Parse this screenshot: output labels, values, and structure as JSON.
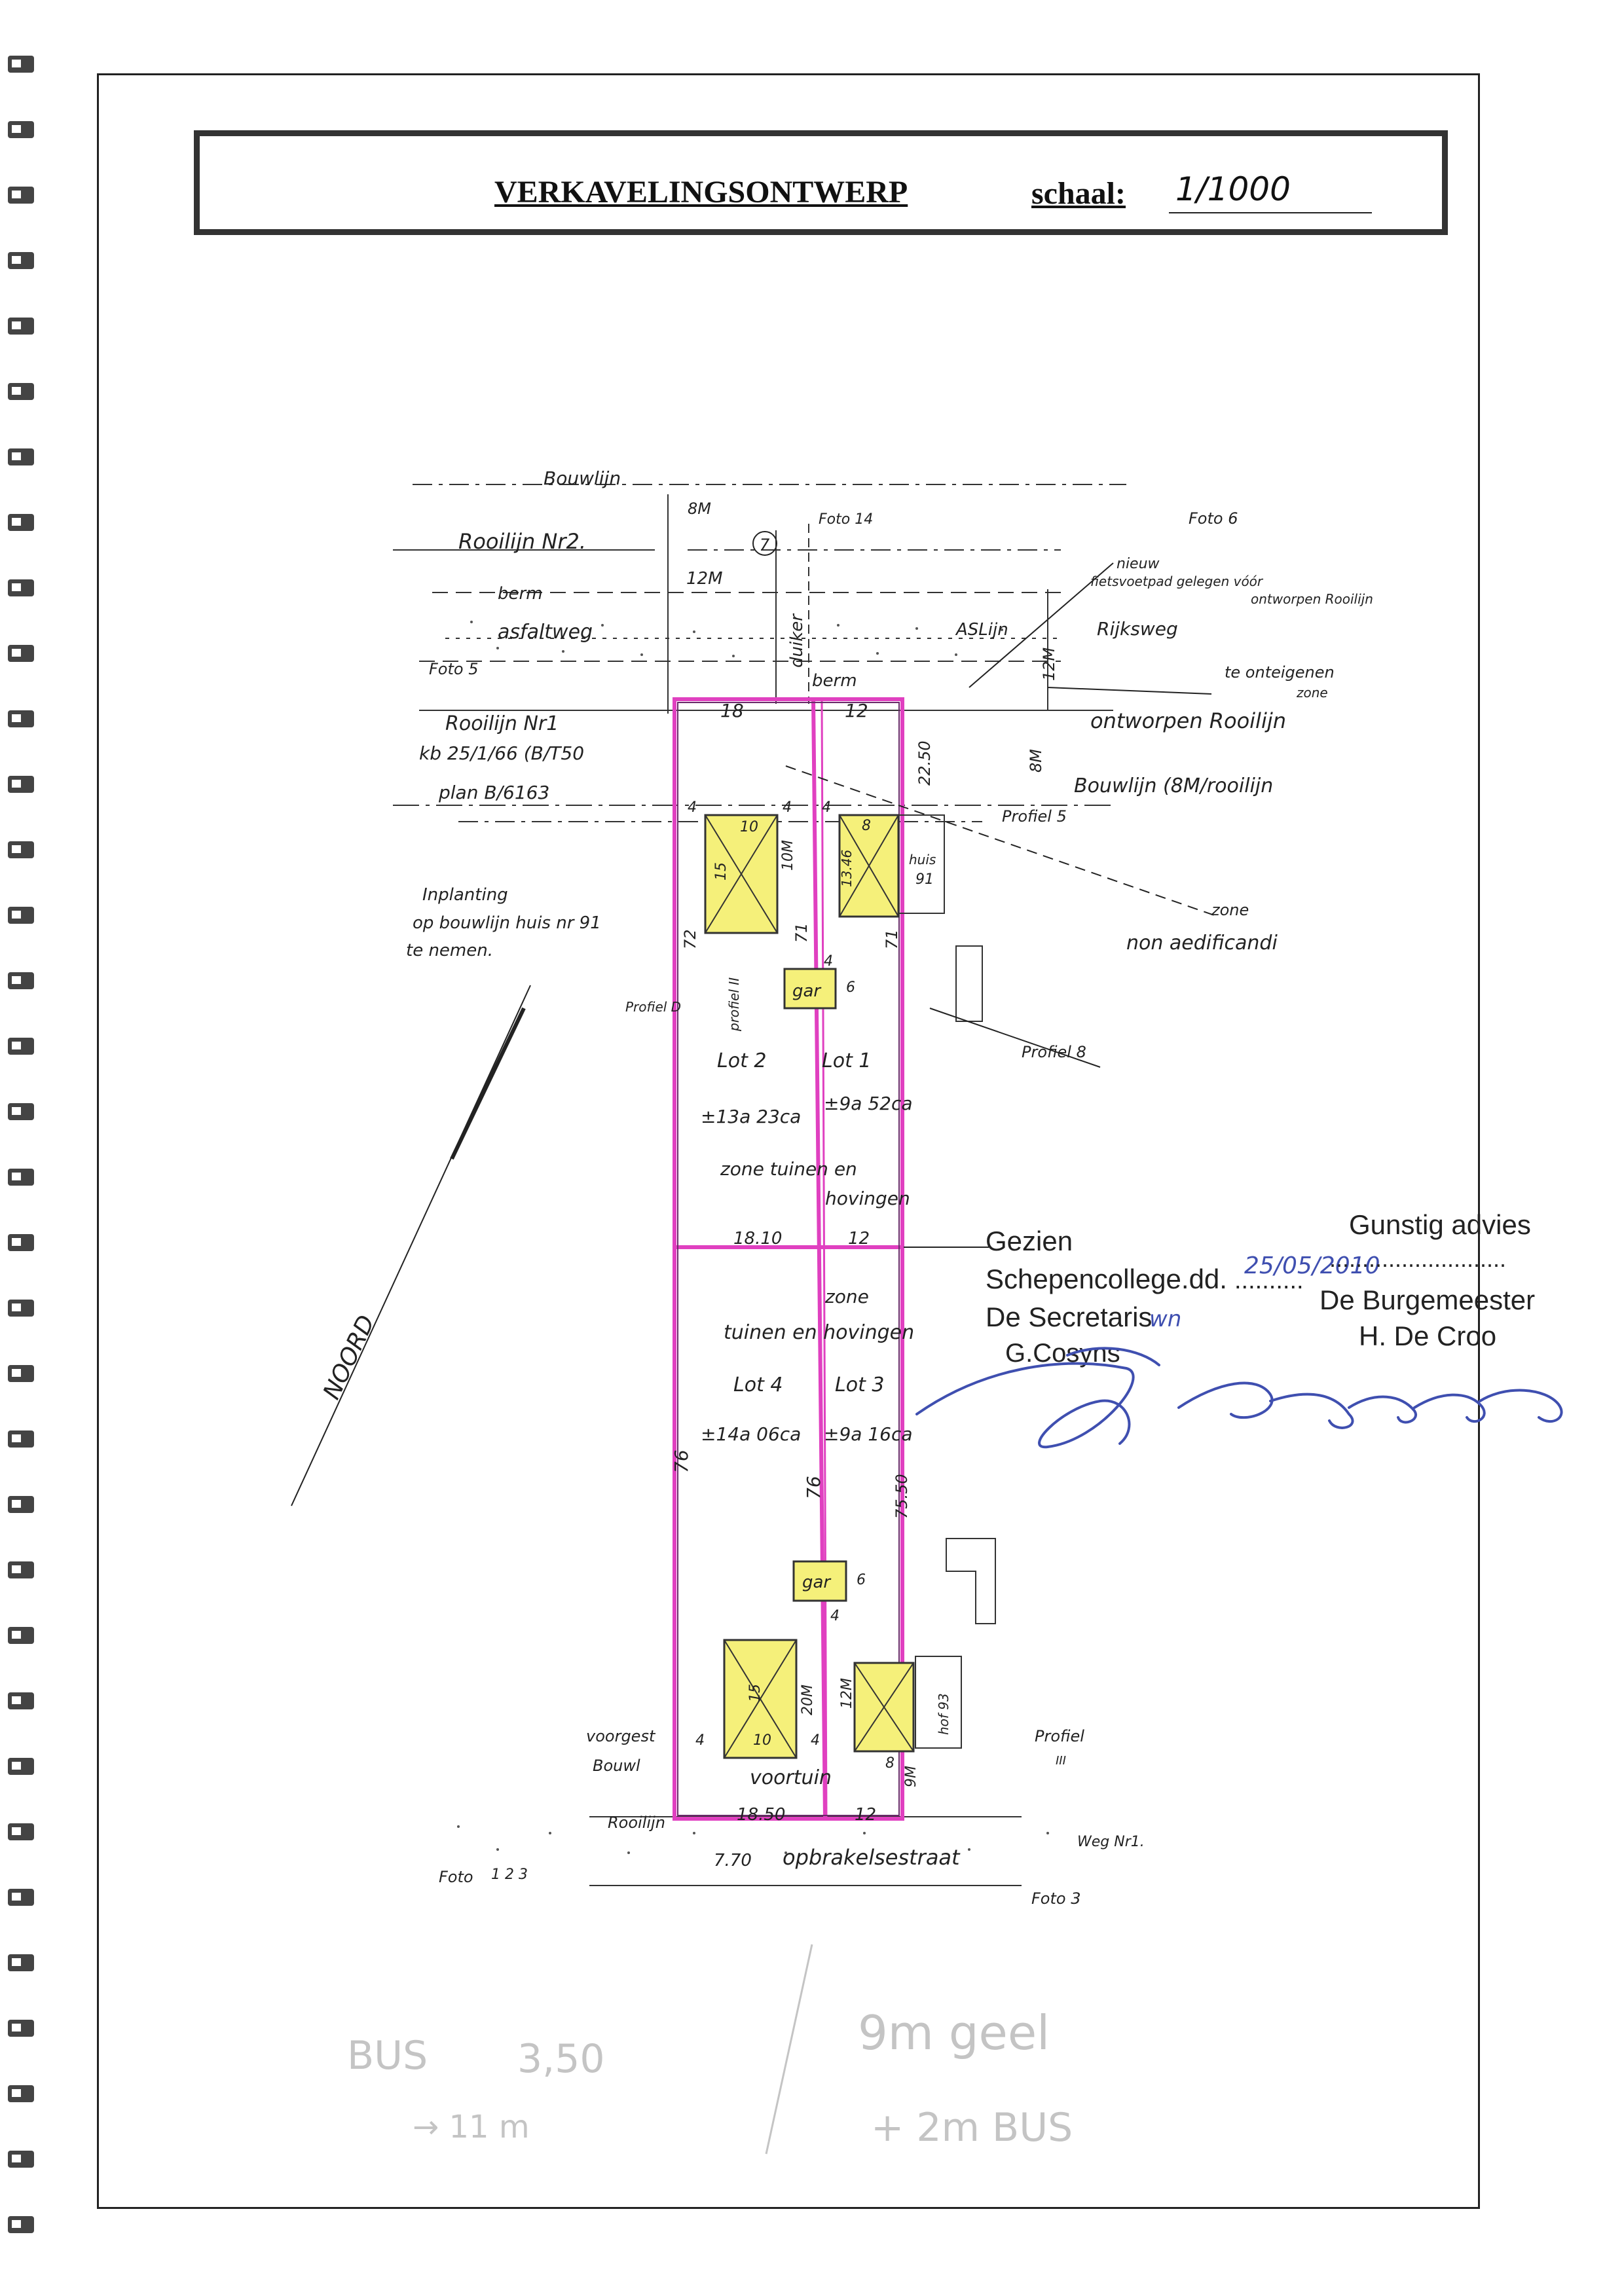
{
  "title": {
    "main": "VERKAVELINGSONTWERP",
    "scale_label": "schaal:",
    "scale_value": "1/1000"
  },
  "labels": {
    "bouwlijn_top": "Bouwlijn",
    "rooilijn_2": "Rooilijn Nr2.",
    "berm_top": "berm",
    "asfaltweg": "asfaltweg",
    "duiker": "duiker",
    "aslijn": "ASLijn",
    "rijksweg": "Rijksweg",
    "berm_bottom": "berm",
    "dim_8m_top": "8M",
    "dim_12m_road": "12M",
    "dim_12m_side": "12M",
    "foto_6": "Foto 6",
    "foto_14": "Foto 14",
    "foto_5": "Foto 5",
    "circle_7": "7",
    "nieuw_line1": "nieuw",
    "nieuw_line2": "fietsvoetpad gelegen vóór",
    "nieuw_line3": "ontworpen Rooilijn",
    "te_onteigenen": "te onteigenen",
    "zone_te": "zone",
    "ontworpen_rooilijn": "ontworpen Rooilijn",
    "rooilijn_1": "Rooilijn Nr1",
    "kb": "kb 25/1/66 (B/T50",
    "plan": "plan B/6163",
    "bouwlijn_8m": "Bouwlijn (8M/rooilijn",
    "dim_22_50": "22.50",
    "dim_8m_right": "8M",
    "profiel_5": "Profiel 5",
    "zone_non": "zone",
    "non_aedificandi": "non aedificandi",
    "inplanting_1": "Inplanting",
    "inplanting_2": "op bouwlijn huis nr 91",
    "inplanting_3": "te nemen.",
    "huis": "huis",
    "huis_nr": "91",
    "profiel_d": "Profiel D",
    "profiel_ii": "profiel II",
    "profiel_8": "Profiel 8",
    "noord": "NOORD",
    "lot_2": "Lot 2",
    "lot_1_top": "Lot 1",
    "area_lot2": "±13a 23ca",
    "area_lot1_top": "±9a 52ca",
    "zone_tuinen_1": "zone tuinen en",
    "zone_tuinen_2": "hovingen",
    "zone_tuinen_b1": "zone",
    "zone_tuinen_b2": "tuinen en hovingen",
    "lot_4": "Lot 4",
    "lot_3": "Lot 3",
    "area_lot4": "±14a 06ca",
    "area_lot3": "±9a 16ca",
    "dim_18_top": "18",
    "dim_12_top": "12",
    "dim_18_10": "18.10",
    "dim_12_mid": "12",
    "dim_18_50": "18.50",
    "dim_12_bottom": "12",
    "dim_72": "72",
    "dim_71_left": "71",
    "dim_71_right": "71",
    "dim_76_left": "76",
    "dim_76_mid": "76",
    "dim_75_50": "75.50",
    "dim_4": "4",
    "dim_10": "10",
    "dim_8": "8",
    "dim_15": "15",
    "dim_13_46": "13.46",
    "dim_10m": "10M",
    "dim_20m": "20M",
    "dim_12m_house": "12M",
    "dim_6": "6",
    "dim_9m": "9M",
    "gar": "gar",
    "hof": "hof 93",
    "voorgest_1": "voorgest",
    "voorgest_2": "Bouwl",
    "voortuin": "voortuin",
    "profiel_iii": "Profiel",
    "profiel_iii_n": "III",
    "rooilijn_bottom": "Rooilijn",
    "dim_7_70": "7.70",
    "opbrakel": "opbrakelsestraat",
    "weg": "Weg Nr1.",
    "foto_bottom_left": "Foto",
    "foto_bottom_left_nums": "1  2  3",
    "foto_3": "Foto 3"
  },
  "stamp": {
    "gezien": "Gezien",
    "college": "Schepencollege.dd.",
    "date_dots": "..........",
    "date": "25/05/2010",
    "secretaris": "De Secretaris",
    "wn": "wn",
    "cosyns": "G.Cosyns",
    "advies": "Gunstig advies",
    "advies_dots": "...........................",
    "burgemeester": "De Burgemeester",
    "croo": "H. De Croo"
  },
  "pencil": {
    "bus": "BUS",
    "v350": "3,50",
    "arrow": "→ 11 m",
    "geel": "9m geel",
    "bus2": "+ 2m BUS"
  },
  "colors": {
    "lot_outline": "#e040c0",
    "building_fill": "#f5f07a",
    "stamp_ink": "#3f4fb0",
    "pencil": "#c4c4c4"
  }
}
